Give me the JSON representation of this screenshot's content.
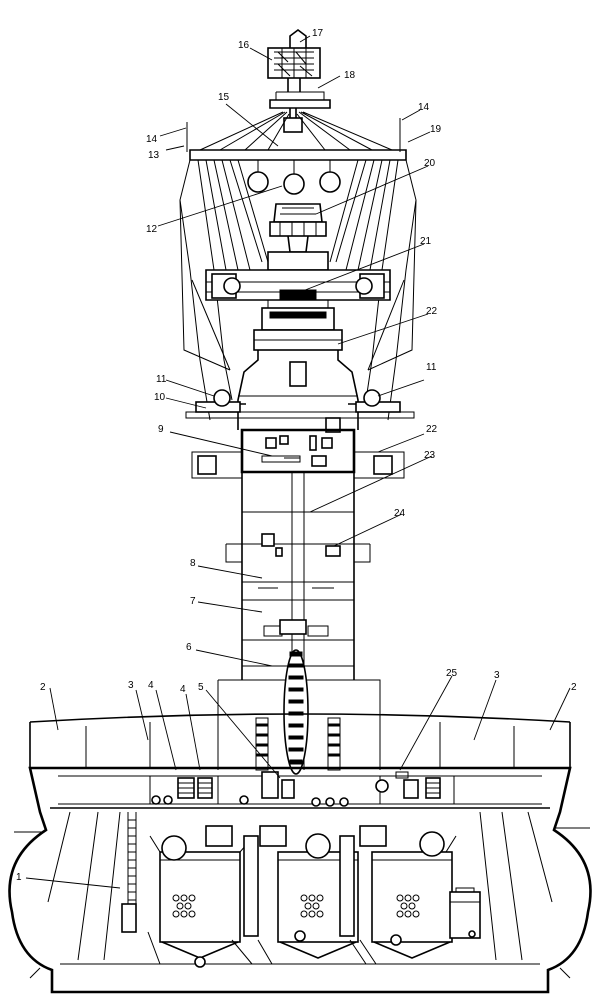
{
  "labels": {
    "l1": "1",
    "l2a": "2",
    "l2b": "2",
    "l3a": "3",
    "l3b": "3",
    "l4a": "4",
    "l4b": "4",
    "l5": "5",
    "l6": "6",
    "l7": "7",
    "l8": "8",
    "l9": "9",
    "l10": "10",
    "l11a": "11",
    "l11b": "11",
    "l12": "12",
    "l13": "13",
    "l14a": "14",
    "l14b": "14",
    "l15": "15",
    "l16": "16",
    "l17": "17",
    "l18": "18",
    "l19": "19",
    "l20": "20",
    "l21": "21",
    "l22a": "22",
    "l22b": "22",
    "l23": "23",
    "l24": "24",
    "l25": "25"
  }
}
